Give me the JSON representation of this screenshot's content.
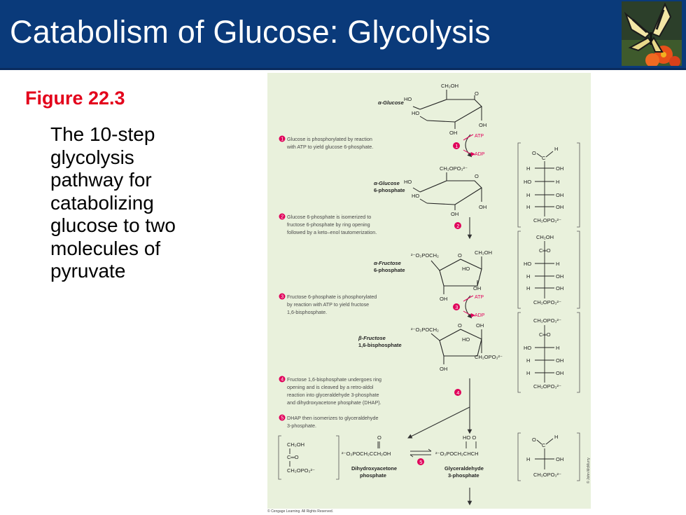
{
  "slide": {
    "title": "Catabolism of Glucose: Glycolysis",
    "figure_label": "Figure 22.3",
    "caption": [
      "The 10-step",
      "glycolysis",
      "pathway for",
      "catabolizing",
      "glucose to two",
      "molecules of",
      "pyruvate"
    ]
  },
  "colors": {
    "header": "#0a3a7a",
    "figure_label": "#e3001b",
    "figure_bg": "#e9f1dc",
    "step_badge": "#e0005a"
  },
  "icons": {
    "header_image": "butterfly-on-flower-icon"
  },
  "steps": [
    {
      "number": "1",
      "text": [
        "Glucose is phosphorylated by reaction",
        "with ATP to yield glucose 6-phosphate."
      ]
    },
    {
      "number": "2",
      "text": [
        "Glucose 6-phosphate is isomerized to",
        "fructose 6-phosphate by ring opening",
        "followed by a keto–enol tautomerization."
      ]
    },
    {
      "number": "3",
      "text": [
        "Fructose 6-phosphate is phosphorylated",
        "by reaction with ATP to yield fructose",
        "1,6-bisphosphate."
      ]
    },
    {
      "number": "4",
      "text": [
        "Fructose 1,6-bisphosphate undergoes ring",
        "opening and is cleaved by a retro-aldol",
        "reaction into glyceraldehyde 3-phosphate",
        "and dihydroxyacetone phosphate (DHAP)."
      ]
    },
    {
      "number": "5",
      "text": [
        "DHAP then isomerizes to glyceraldehyde",
        "3-phosphate."
      ]
    }
  ],
  "reagents": {
    "atp": "ATP",
    "adp": "ADP"
  },
  "compounds": {
    "a_glucose": {
      "name": [
        "α-Glucose"
      ],
      "ch2oh": "CH₂OH",
      "ho_upper": "HO",
      "ho_lower": "HO",
      "o": "O",
      "oh_a": "OH",
      "oh_b": "OH"
    },
    "a_glucose_6p": {
      "name": [
        "α-Glucose",
        "6-phosphate"
      ],
      "ch2opo3": "CH₂OPO₃²⁻",
      "ho_upper": "HO",
      "ho_lower": "HO",
      "o": "O",
      "oh_a": "OH",
      "oh_b": "OH"
    },
    "a_fructose_6p": {
      "name": [
        "α-Fructose",
        "6-phosphate"
      ],
      "left": "²⁻O₃POCH₂",
      "right": "CH₂OH",
      "o": "O",
      "ho": "HO",
      "oh_right": "OH",
      "oh_bottom": "OH"
    },
    "b_fructose_16bp": {
      "name": [
        "β-Fructose",
        "1,6-bisphosphate"
      ],
      "left": "²⁻O₃POCH₂",
      "top_right": "OH",
      "o": "O",
      "ho": "HO",
      "right": "CH₂OPO₃²⁻",
      "oh_bottom": "OH"
    },
    "dhap": {
      "name": [
        "Dihydroxyacetone",
        "phosphate"
      ],
      "formula": "²⁻O₃POCH₂CCH₂OH",
      "o": "O",
      "bracket_rows": [
        "CH₂OH",
        "C═O",
        "CH₂OPO₃²⁻"
      ]
    },
    "g3p": {
      "name": [
        "Glyceraldehyde",
        "3-phosphate"
      ],
      "formula": "²⁻O₃POCH₂CHCH",
      "ho_o": "HO  O"
    }
  },
  "fischer": {
    "glucose_6p": {
      "top_o": "O",
      "top_c": "C",
      "top_h": "H",
      "rows": [
        [
          "H",
          "OH"
        ],
        [
          "HO",
          "H"
        ],
        [
          "H",
          "OH"
        ],
        [
          "H",
          "OH"
        ]
      ],
      "bottom": "CH₂OPO₃²⁻"
    },
    "fructose_6p": {
      "top": "CH₂OH",
      "carbonyl": "C═O",
      "rows": [
        [
          "HO",
          "H"
        ],
        [
          "H",
          "OH"
        ],
        [
          "H",
          "OH"
        ]
      ],
      "bottom": "CH₂OPO₃²⁻"
    },
    "fructose_16bp": {
      "top": "CH₂OPO₃²⁻",
      "carbonyl": "C═O",
      "rows": [
        [
          "HO",
          "H"
        ],
        [
          "H",
          "OH"
        ],
        [
          "H",
          "OH"
        ]
      ],
      "bottom": "CH₂OPO₃²⁻"
    },
    "g3p": {
      "top_o": "O",
      "top_c": "C",
      "top_h": "H",
      "rows": [
        [
          "H",
          "OH"
        ]
      ],
      "bottom": "CH₂OPO₃²⁻"
    }
  },
  "credits": {
    "left": "© Cengage Learning. All Rights Reserved.",
    "right": "© John McMurry"
  }
}
